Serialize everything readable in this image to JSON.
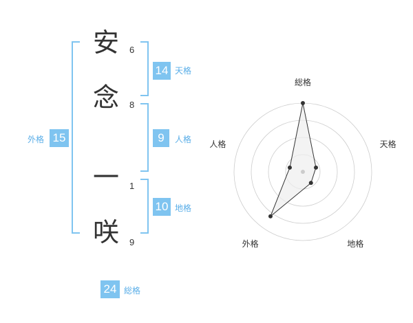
{
  "name": {
    "chars": [
      {
        "char": "安",
        "strokes": "6"
      },
      {
        "char": "念",
        "strokes": "8"
      },
      {
        "char": "一",
        "strokes": "1"
      },
      {
        "char": "咲",
        "strokes": "9"
      }
    ]
  },
  "kakusu": {
    "tenkaku": {
      "value": "14",
      "label": "天格"
    },
    "jinkaku": {
      "value": "9",
      "label": "人格"
    },
    "chikaku": {
      "value": "10",
      "label": "地格"
    },
    "gaikaku": {
      "value": "15",
      "label": "外格"
    },
    "soukaku": {
      "value": "24",
      "label": "総格"
    }
  },
  "colors": {
    "accent": "#7fc4f0",
    "accent_text": "#5aaee8",
    "radar_fill": "#eeeeee",
    "ring": "#cccccc"
  },
  "chart_data": {
    "type": "radar",
    "axes": [
      "総格",
      "天格",
      "地格",
      "外格",
      "人格"
    ],
    "values": [
      5,
      1,
      1,
      4,
      1
    ],
    "range": [
      0,
      5
    ],
    "rings": 4
  }
}
